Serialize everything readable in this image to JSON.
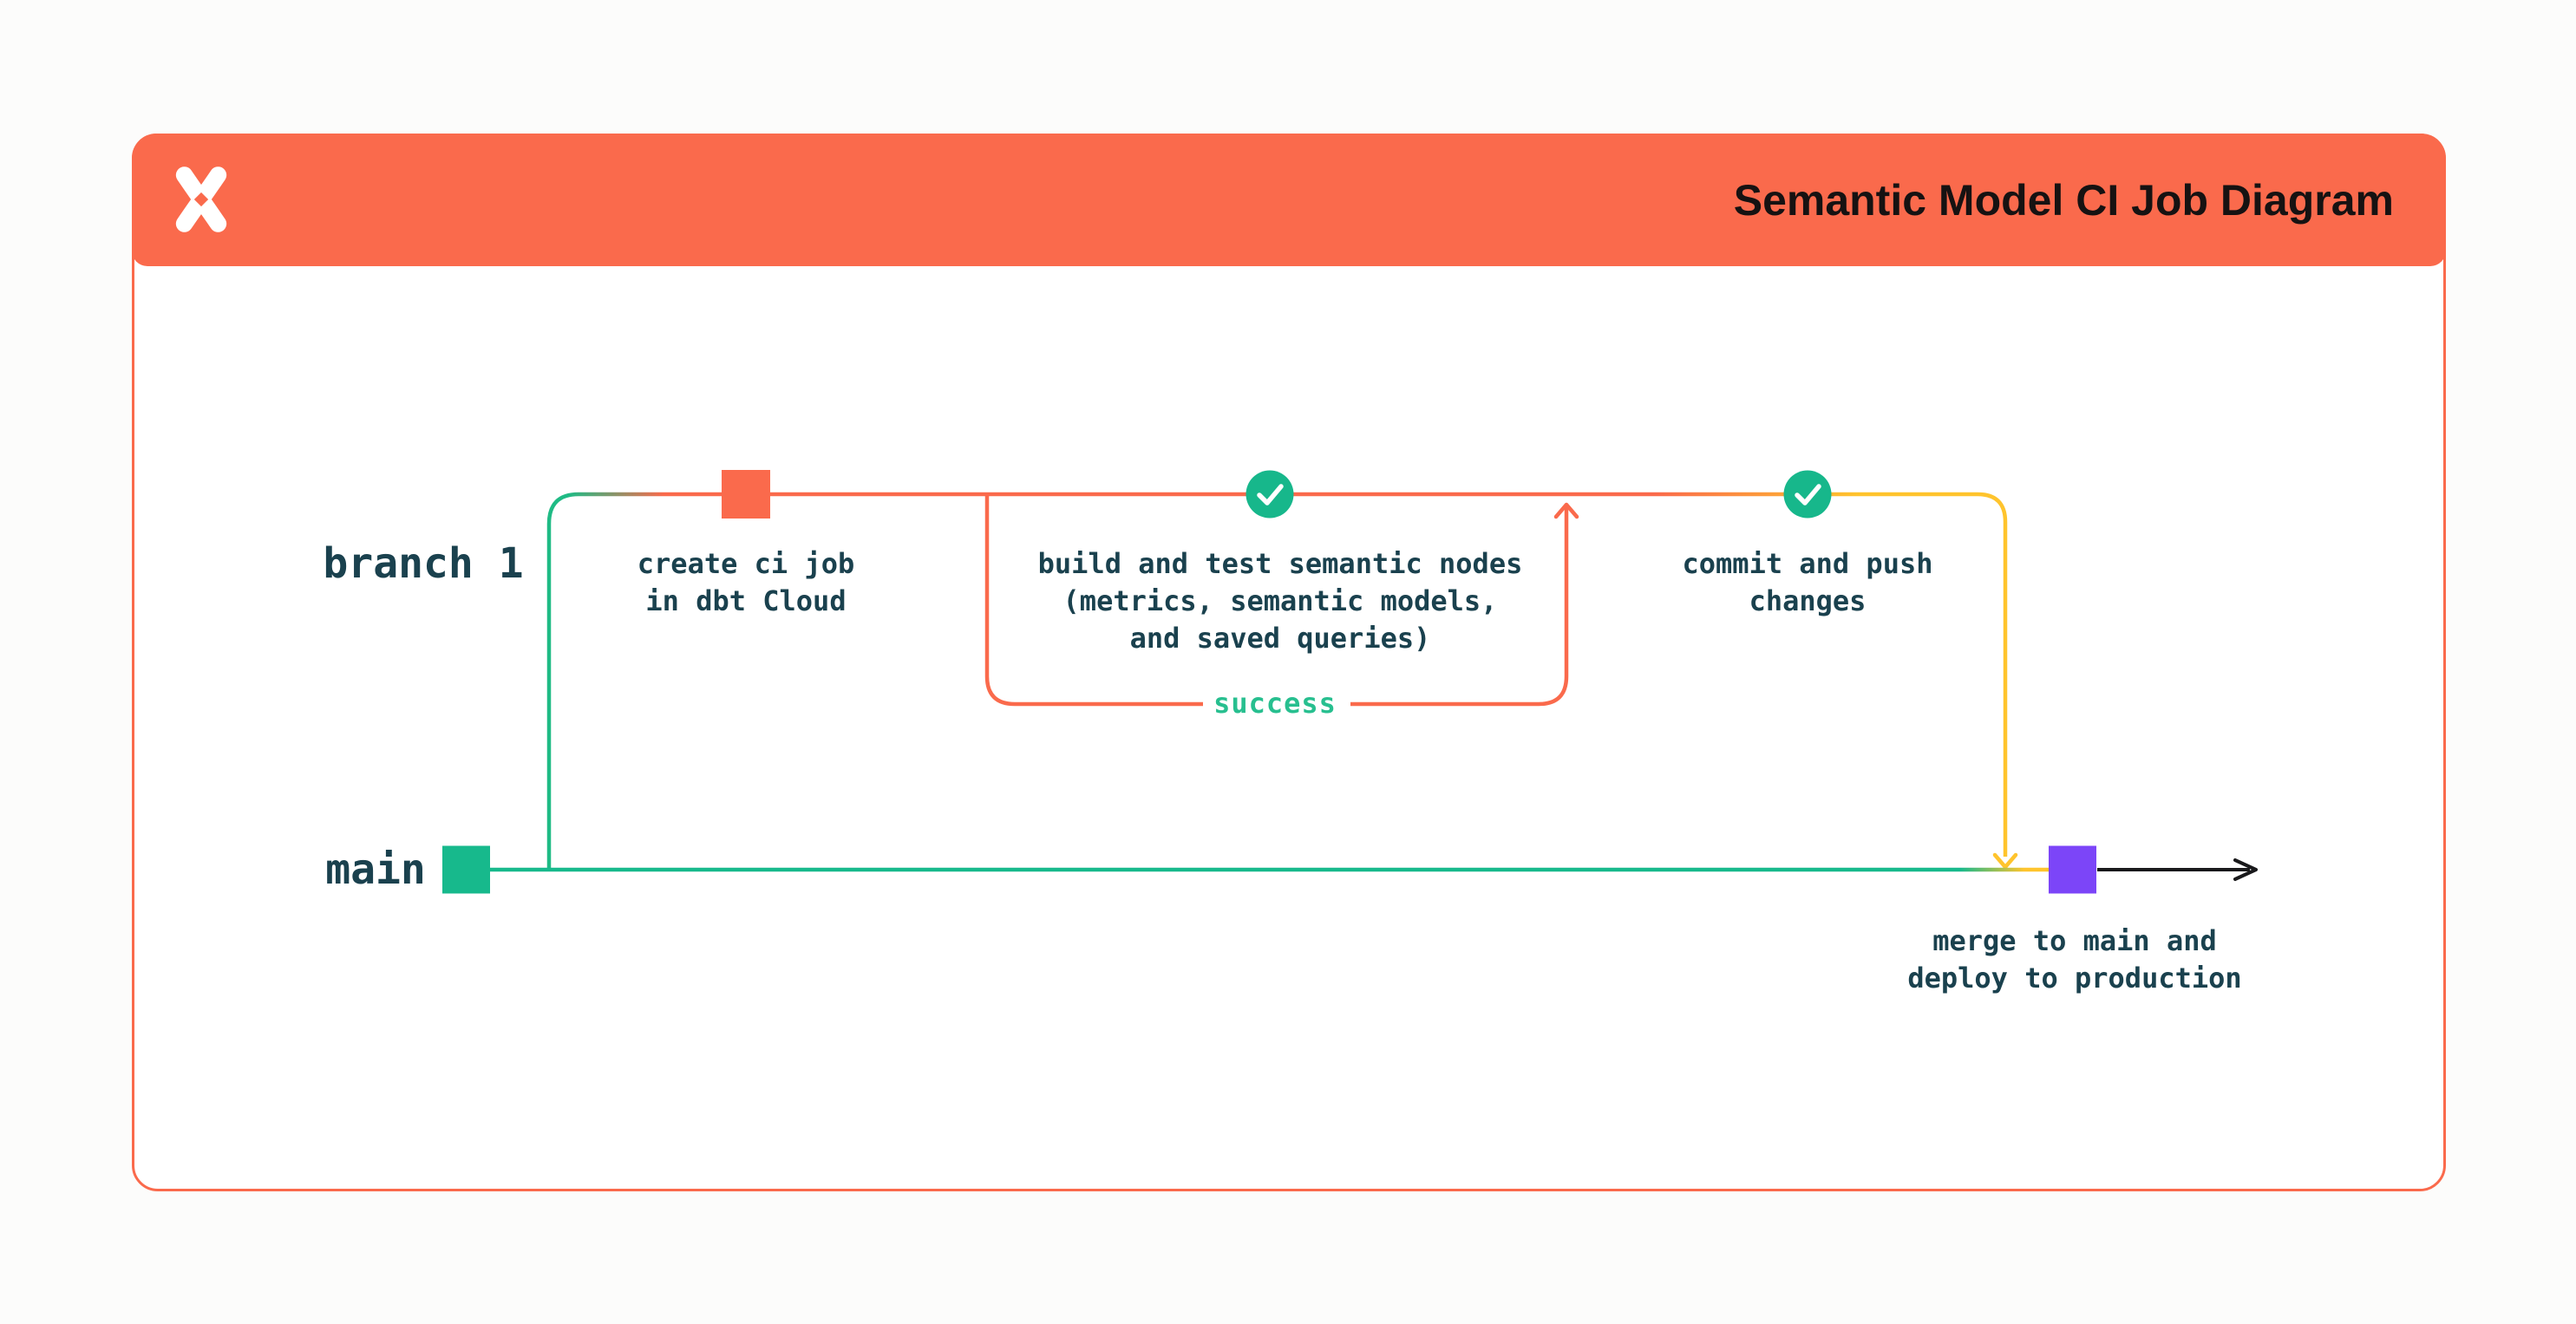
{
  "page": {
    "background": "#FCFCFB"
  },
  "header": {
    "title": "Semantic Model CI Job Diagram",
    "background": "#FA6A4C",
    "logo": "dbt-logo"
  },
  "diagram": {
    "branches": [
      {
        "name": "branch 1"
      },
      {
        "name": "main"
      }
    ],
    "steps": [
      {
        "id": "create-ci-job",
        "marker": "commit-square",
        "marker_color": "#FA6A4C",
        "label": "create ci job\nin dbt Cloud"
      },
      {
        "id": "build-test-semantic-nodes",
        "marker": "check-circle",
        "marker_color": "#17B78B",
        "label": "build and test semantic nodes\n(metrics, semantic models,\nand saved queries)",
        "loop_label": "success"
      },
      {
        "id": "commit-push",
        "marker": "check-circle",
        "marker_color": "#17B78B",
        "label": "commit and push\nchanges"
      },
      {
        "id": "merge-deploy",
        "marker": "commit-square",
        "marker_color": "#7C45F8",
        "label": "merge to main and\ndeploy to production"
      }
    ],
    "colors": {
      "orange": "#FA6A4C",
      "green": "#17B98C",
      "riser_green": "#1FBB85",
      "yellow": "#FFC42D",
      "purple": "#7C45F8",
      "ink": "#1A414E",
      "success_green": "#27BF8F",
      "arrow_black": "#19191B"
    }
  }
}
